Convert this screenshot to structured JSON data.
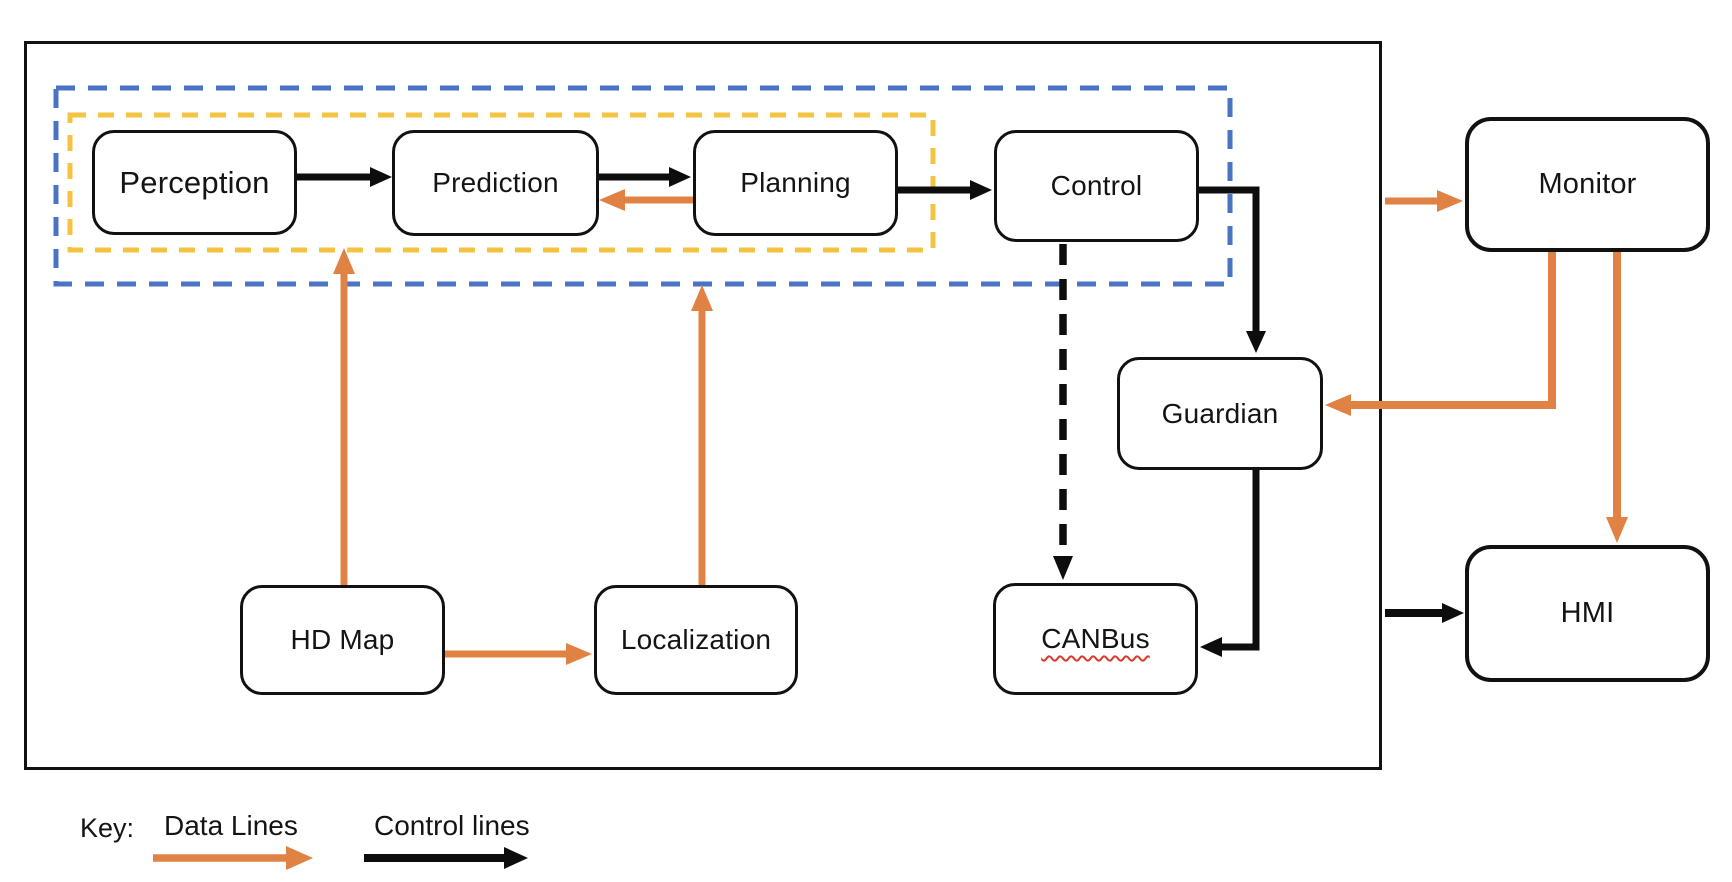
{
  "nodes": {
    "perception": {
      "label": "Perception"
    },
    "prediction": {
      "label": "Prediction"
    },
    "planning": {
      "label": "Planning"
    },
    "control": {
      "label": "Control"
    },
    "monitor": {
      "label": "Monitor"
    },
    "guardian": {
      "label": "Guardian"
    },
    "canbus": {
      "label": "CANBus"
    },
    "hdmap": {
      "label": "HD Map"
    },
    "localization": {
      "label": "Localization"
    },
    "hmi": {
      "label": "HMI"
    }
  },
  "groups": {
    "outer_system_frame": "autonomous-driving-system-boundary",
    "blue_dashed_group": "software-modules-group",
    "yellow_dashed_group": "core-pipeline-group"
  },
  "edges": [
    {
      "from": "Perception",
      "to": "Prediction",
      "type": "control"
    },
    {
      "from": "Prediction",
      "to": "Planning",
      "type": "control"
    },
    {
      "from": "Planning",
      "to": "Prediction",
      "type": "data"
    },
    {
      "from": "Planning",
      "to": "Control",
      "type": "control"
    },
    {
      "from": "Control",
      "to": "Guardian",
      "type": "control"
    },
    {
      "from": "Control",
      "to": "CANBus",
      "type": "control-dashed"
    },
    {
      "from": "Guardian",
      "to": "CANBus",
      "type": "control"
    },
    {
      "from": "HD Map",
      "to": "Perception",
      "type": "data"
    },
    {
      "from": "HD Map",
      "to": "Localization",
      "type": "data"
    },
    {
      "from": "Localization",
      "to": "Planning",
      "type": "data"
    },
    {
      "from": "System",
      "to": "Monitor",
      "type": "data"
    },
    {
      "from": "Monitor",
      "to": "Guardian",
      "type": "data"
    },
    {
      "from": "Monitor",
      "to": "HMI",
      "type": "data"
    },
    {
      "from": "System",
      "to": "HMI",
      "type": "control"
    }
  ],
  "legend": {
    "key_label": "Key:",
    "items": [
      {
        "label": "Data Lines",
        "type": "data",
        "color": "#DF8244"
      },
      {
        "label": "Control lines",
        "type": "control",
        "color": "#0D0D0D"
      }
    ]
  },
  "colors": {
    "data_line": "#DF8244",
    "control_line": "#0D0D0D",
    "blue_group_border": "#4A73C4",
    "yellow_group_border": "#F5C342",
    "node_border": "#111111",
    "canbus_squiggle": "#D93A2B",
    "background": "#FFFFFF"
  }
}
